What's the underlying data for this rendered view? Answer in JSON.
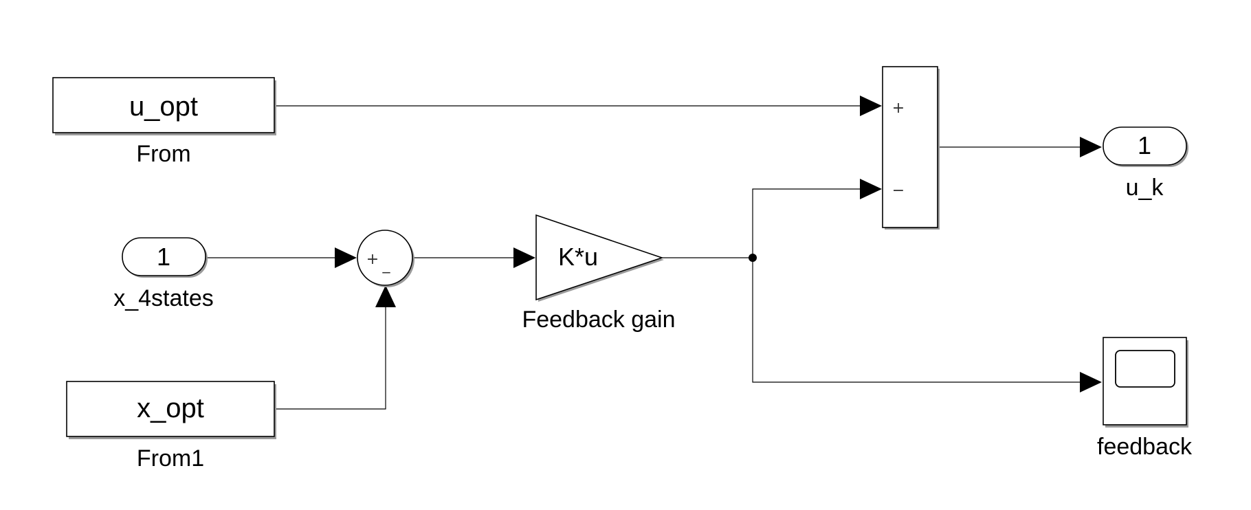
{
  "blocks": {
    "from_u": {
      "tag": "u_opt",
      "label": "From"
    },
    "from_x": {
      "tag": "x_opt",
      "label": "From1"
    },
    "inport": {
      "number": "1",
      "label": "x_4states"
    },
    "sum_small": {
      "signs": [
        "+",
        "_"
      ]
    },
    "gain": {
      "expression": "K*u",
      "label": "Feedback gain"
    },
    "sum_big": {
      "signs": [
        "+",
        "−"
      ]
    },
    "outport": {
      "number": "1",
      "label": "u_k"
    },
    "scope": {
      "label": "feedback"
    }
  },
  "colors": {
    "block_fill": "#ffffff",
    "line": "#000000",
    "shadow": "#9a9a9a"
  }
}
